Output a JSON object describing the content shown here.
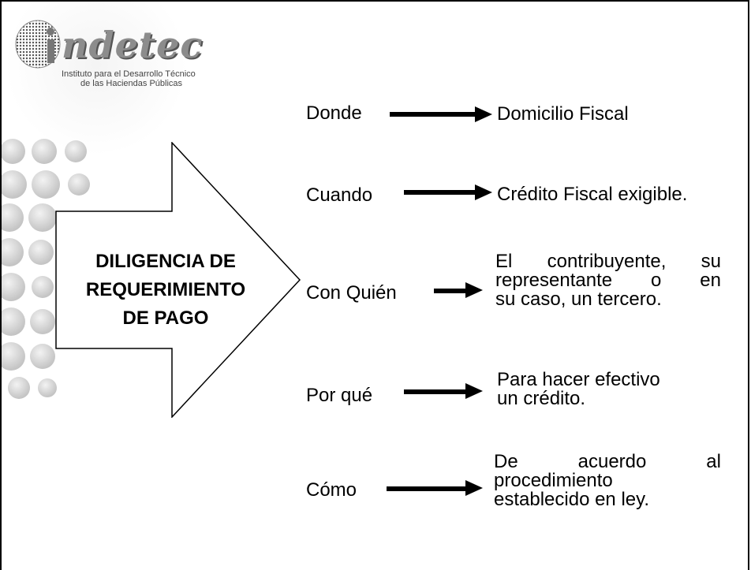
{
  "logo": {
    "word": "ndetec",
    "subtitle_line1": "Instituto para el Desarrollo Técnico",
    "subtitle_line2": "de las Haciendas Públicas"
  },
  "central_arrow": {
    "title_lines": [
      "DILIGENCIA DE",
      "REQUERIMIENTO",
      "DE PAGO"
    ]
  },
  "rows": [
    {
      "label": "Donde",
      "value_lines": [
        "Domicilio Fiscal"
      ]
    },
    {
      "label": "Cuando",
      "value_lines": [
        "Crédito Fiscal exigible."
      ]
    },
    {
      "label": "Con Quién",
      "value_lines": [
        "El contribuyente, su",
        "representante o en",
        "su caso, un tercero."
      ]
    },
    {
      "label": "Por qué",
      "value_lines": [
        "Para hacer efectivo",
        "un crédito."
      ]
    },
    {
      "label": "Cómo",
      "value_lines": [
        "De acuerdo al",
        "procedimiento",
        "establecido en ley."
      ]
    }
  ],
  "colors": {
    "arrow_fill": "#ffffff",
    "stroke": "#000000",
    "decoration_gray": "#c8c8c8"
  }
}
